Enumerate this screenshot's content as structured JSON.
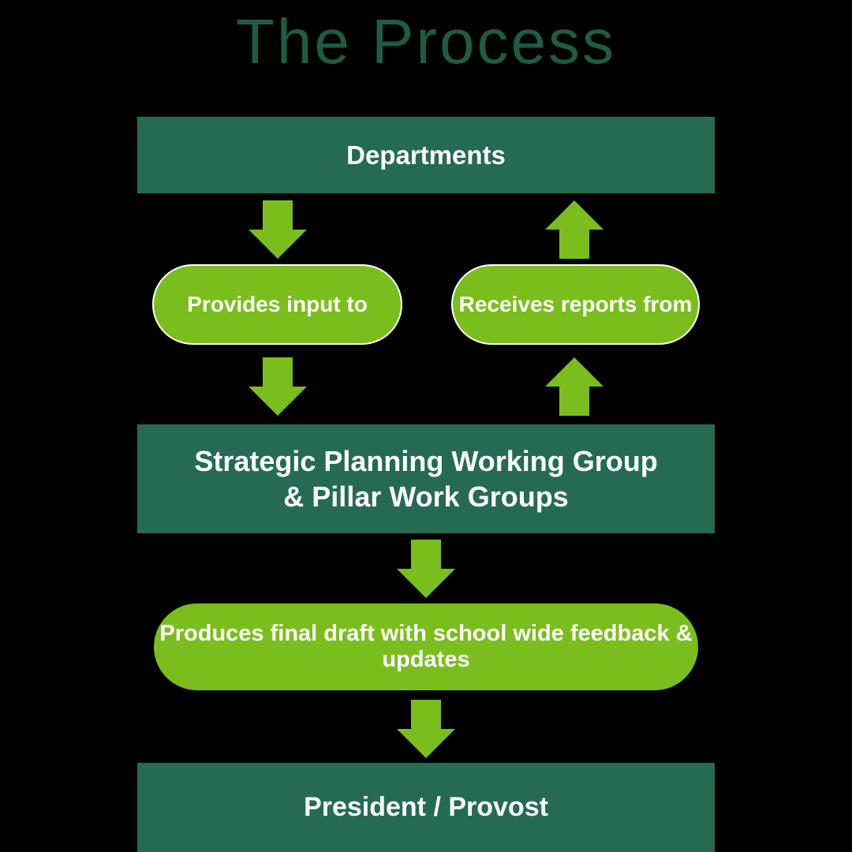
{
  "title": "The Process",
  "colors": {
    "background": "#000000",
    "title_green": "#1e5b49",
    "dark_green": "#256b54",
    "bright_green": "#7abe1e",
    "text_white": "#ffffff"
  },
  "flow": {
    "departments": {
      "label": "Departments"
    },
    "left_connector": {
      "label": "Provides input to"
    },
    "right_connector": {
      "label": "Receives reports from"
    },
    "working_group": {
      "label_line1": "Strategic Planning Working Group",
      "label_line2": "& Pillar Work Groups"
    },
    "final_draft": {
      "label": "Produces final draft with school wide feedback & updates"
    },
    "president": {
      "label": "President / Provost"
    }
  }
}
